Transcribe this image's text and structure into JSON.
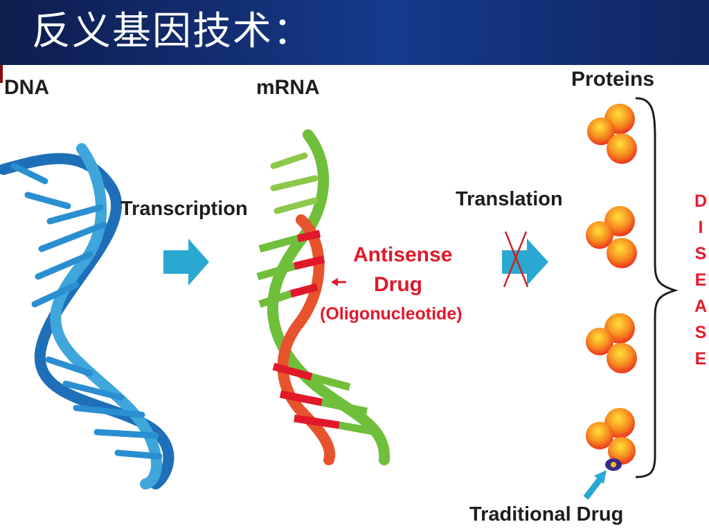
{
  "title": "反义基因技术：",
  "labels": {
    "dna": "DNA",
    "mrna": "mRNA",
    "proteins": "Proteins",
    "transcription": "Transcription",
    "translation": "Translation",
    "antisense_line1": "Antisense",
    "antisense_line2": "Drug",
    "antisense_line3": "(Oligonucleotide)",
    "traditional_drug": "Traditional Drug"
  },
  "disease_letters": [
    "D",
    "I",
    "S",
    "E",
    "A",
    "S",
    "E"
  ],
  "colors": {
    "title_bg": "#163a8c",
    "dna_blue": "#2a8fd0",
    "mrna_green": "#6fbf3a",
    "antisense_red": "#e0182a",
    "arrow_cyan": "#2aa8d2",
    "protein_orange": "#f36a1e"
  }
}
